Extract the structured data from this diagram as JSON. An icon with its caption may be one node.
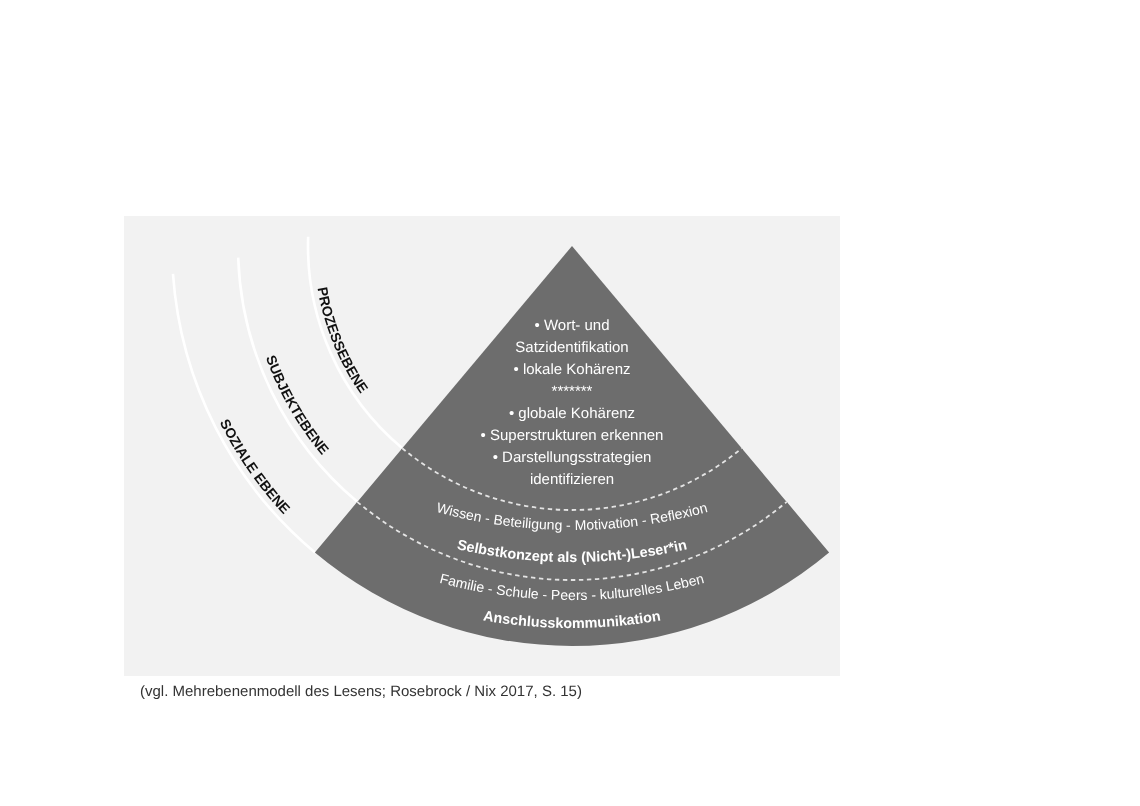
{
  "diagram": {
    "nodes": [
      {
        "text": [
          "PROZESSEBENE",
          "• Wort- und Satzidentifikation",
          "• lokale Kohärenz",
          "*******",
          "• globale Kohärenz",
          "• Superstrukturen erkennen",
          "• Darstellungsstrategien identifizieren"
        ]
      },
      {
        "text": [
          "SUBJEKTEBENE",
          "Wissen - Beteiligung - Motivation - Reflexion",
          "Selbstkonzept als (Nicht-)Leser*in"
        ]
      },
      {
        "text": [
          "SOZIALE EBENE",
          "Familie - Schule - Peers - kulturelles Leben",
          "Anschlusskommunikation"
        ]
      }
    ],
    "caption": "(vgl. Mehrebenenmodell des Lesens; Rosebrock / Nix 2017, S. 15)"
  }
}
